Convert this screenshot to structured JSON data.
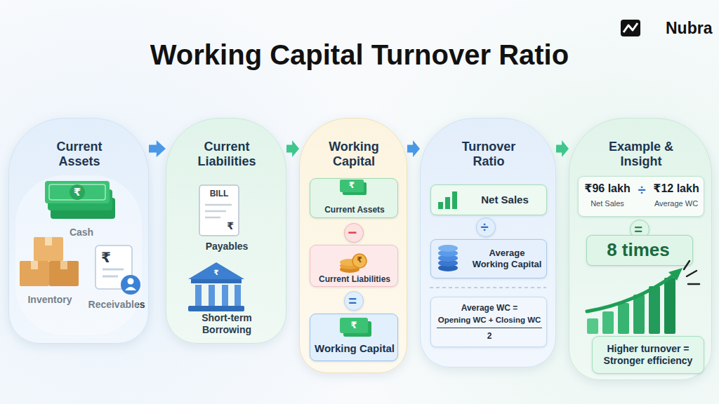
{
  "diagram": {
    "title": "Working Capital Turnover Ratio",
    "nodes": [
      {
        "text": [
          "Current Assets",
          "Cash",
          "Inventory",
          "Receivables"
        ]
      },
      {
        "text": [
          "Current Liabilities",
          "Payables",
          "Short-term Borrowing"
        ]
      },
      {
        "text": [
          "Working Capital"
        ]
      },
      {
        "text": [
          "Current Assets"
        ],
        "in": 2
      },
      {
        "text": [
          "−"
        ],
        "in": 2
      },
      {
        "text": [
          "Current Liabilities"
        ],
        "in": 2
      },
      {
        "text": [
          "="
        ],
        "in": 2
      },
      {
        "text": [
          "Working Capital"
        ],
        "in": 2
      },
      {
        "text": [
          "Turnover Ratio"
        ]
      },
      {
        "text": [
          "Net Sales"
        ],
        "in": 8
      },
      {
        "text": [
          "÷"
        ],
        "in": 8
      },
      {
        "text": [
          "Average Working Capital"
        ],
        "in": 8
      },
      {
        "text": [
          "Average WC =",
          "Opening WC + Closing WC",
          "2"
        ],
        "in": 8
      },
      {
        "text": [
          "Example & Insight"
        ]
      },
      {
        "text": [
          "₹96 lakh",
          "Net Sales",
          "÷",
          "₹12 lakh",
          "Average WC"
        ],
        "in": 13
      },
      {
        "text": [
          "="
        ],
        "in": 13
      },
      {
        "text": [
          "8 times"
        ],
        "in": 13
      },
      {
        "text": [
          "Higher turnover = Stronger efficiency"
        ],
        "in": 13
      }
    ],
    "edges": [
      {
        "from": 0,
        "to": 1,
        "arrow": "to"
      },
      {
        "from": 1,
        "to": 2,
        "arrow": "to"
      },
      {
        "from": 2,
        "to": 8,
        "arrow": "to"
      },
      {
        "from": 8,
        "to": 13,
        "arrow": "to"
      }
    ],
    "labels": [
      "Nubra",
      "₹",
      "₹",
      "BILL",
      "₹",
      "₹",
      "₹",
      "₹",
      "₹"
    ]
  }
}
